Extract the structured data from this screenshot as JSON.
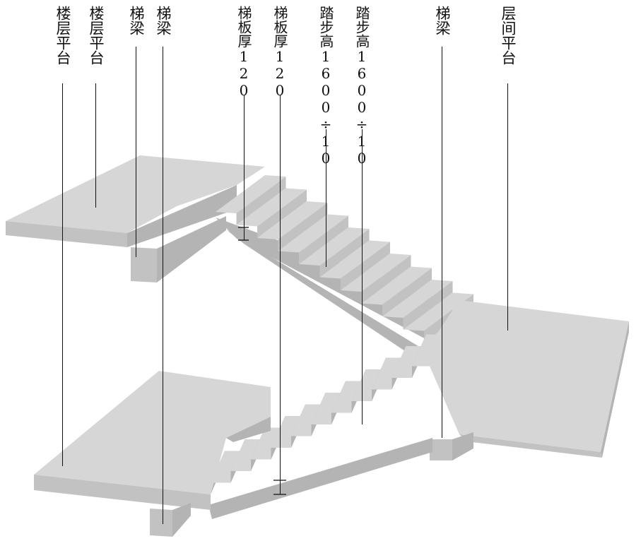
{
  "labels": [
    {
      "id": "floor-landing-a",
      "text": "楼层平台"
    },
    {
      "id": "floor-landing-b",
      "text": "楼层平台"
    },
    {
      "id": "stair-beam-a",
      "text": "梯梁"
    },
    {
      "id": "stair-beam-b",
      "text": "梯梁"
    },
    {
      "id": "slab-thickness-a",
      "text": "梯板厚120"
    },
    {
      "id": "slab-thickness-b",
      "text": "梯板厚120"
    },
    {
      "id": "step-height-a",
      "text": "踏步高1600÷10"
    },
    {
      "id": "step-height-b",
      "text": "踏步高1600÷10"
    },
    {
      "id": "stair-beam-c",
      "text": "梯梁"
    },
    {
      "id": "mid-landing",
      "text": "层间平台"
    }
  ],
  "colors": {
    "top_face": "#d6d6d6",
    "front_face": "#c2c2c2",
    "side_face": "#b4b4b4",
    "leader_line": "#111111"
  }
}
